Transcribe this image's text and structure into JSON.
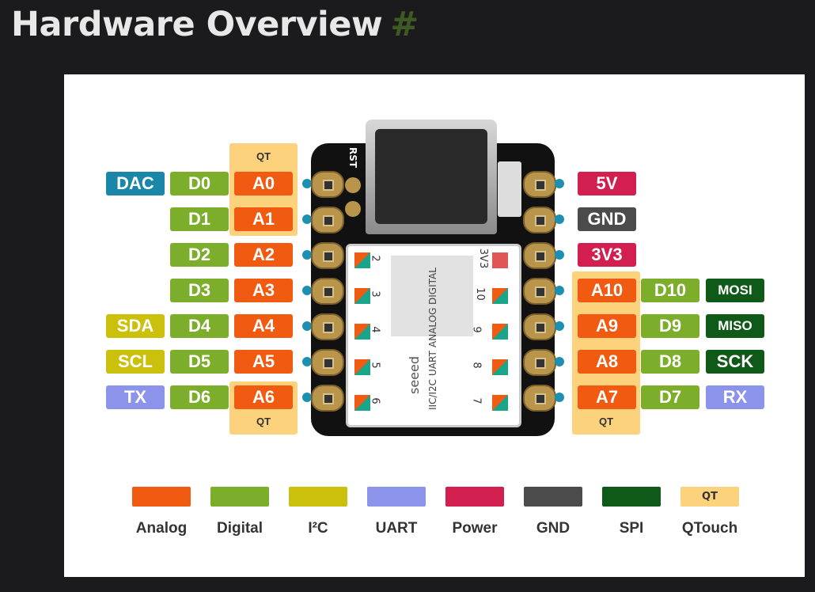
{
  "heading": {
    "title": "Hardware Overview",
    "anchor": "#"
  },
  "colors": {
    "analog": "#f15a11",
    "digital": "#7cae2b",
    "i2c": "#cbc00b",
    "uart": "#8b93ea",
    "power": "#d31f4f",
    "gnd": "#4b4b4b",
    "spi": "#0f5a18",
    "qtouch": "#fcd27d",
    "dac": "#1a87a8"
  },
  "board": {
    "rst_label": "RST",
    "module_brand": "seeed",
    "module_legend": [
      "IIC/I2C",
      "UART",
      "ANALOG",
      "DIGITAL"
    ],
    "left_numbers": [
      "2",
      "3",
      "4",
      "5",
      "6"
    ],
    "right_numbers": [
      "3V3",
      "10",
      "9",
      "8",
      "7"
    ]
  },
  "qt_label": "QT",
  "left_pins": [
    {
      "extra": "DAC",
      "extra_type": "dac",
      "digital": "D0",
      "analog": "A0"
    },
    {
      "digital": "D1",
      "analog": "A1"
    },
    {
      "digital": "D2",
      "analog": "A2"
    },
    {
      "digital": "D3",
      "analog": "A3"
    },
    {
      "extra": "SDA",
      "extra_type": "i2c",
      "digital": "D4",
      "analog": "A4"
    },
    {
      "extra": "SCL",
      "extra_type": "i2c",
      "digital": "D5",
      "analog": "A5"
    },
    {
      "extra": "TX",
      "extra_type": "uart",
      "digital": "D6",
      "analog": "A6"
    }
  ],
  "right_pins": [
    {
      "main": "5V",
      "main_type": "power"
    },
    {
      "main": "GND",
      "main_type": "gnd"
    },
    {
      "main": "3V3",
      "main_type": "power"
    },
    {
      "main": "A10",
      "main_type": "analog",
      "digital": "D10",
      "extra": "MOSI",
      "extra_type": "spi"
    },
    {
      "main": "A9",
      "main_type": "analog",
      "digital": "D9",
      "extra": "MISO",
      "extra_type": "spi"
    },
    {
      "main": "A8",
      "main_type": "analog",
      "digital": "D8",
      "extra": "SCK",
      "extra_type": "spi"
    },
    {
      "main": "A7",
      "main_type": "analog",
      "digital": "D7",
      "extra": "RX",
      "extra_type": "uart"
    }
  ],
  "legend": [
    {
      "label": "Analog",
      "type": "analog"
    },
    {
      "label": "Digital",
      "type": "digital"
    },
    {
      "label": "I²C",
      "type": "i2c"
    },
    {
      "label": "UART",
      "type": "uart"
    },
    {
      "label": "Power",
      "type": "power"
    },
    {
      "label": "GND",
      "type": "gnd"
    },
    {
      "label": "SPI",
      "type": "spi"
    },
    {
      "label": "QTouch",
      "type": "qtouch",
      "swatch_text": "QT"
    }
  ]
}
